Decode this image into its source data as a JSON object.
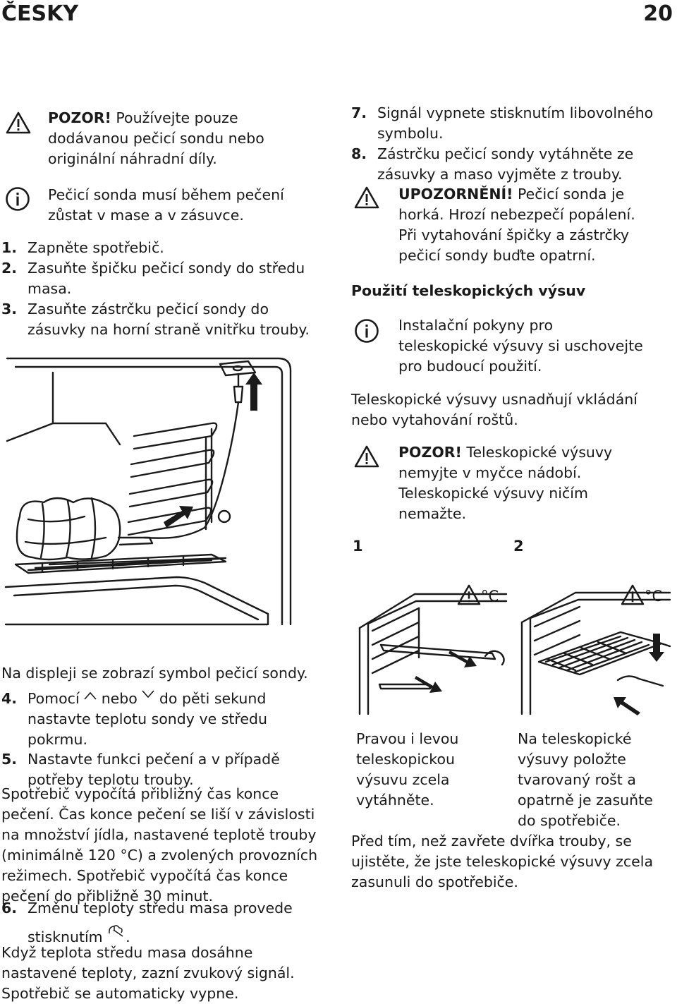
{
  "header": {
    "language": "ČESKY",
    "page_number": "20"
  },
  "left": {
    "warning": {
      "label": "POZOR!",
      "text_1": " Používejte pouze",
      "line_2": "dodávanou pečicí sondu nebo",
      "line_3": "originální náhradní díly."
    },
    "info": {
      "line_1": "Pečicí sonda musí během pečení",
      "line_2": "zůstat v mase a v zásuvce."
    },
    "steps_a": [
      {
        "num": "1.",
        "lines": [
          "Zapněte spotřebič."
        ]
      },
      {
        "num": "2.",
        "lines": [
          "Zasuňte špičku pečicí sondy do středu",
          "masa."
        ]
      },
      {
        "num": "3.",
        "lines": [
          "Zasuňte zástrčku pečicí sondy do",
          "zásuvky na horní straně vnitřku trouby."
        ]
      }
    ],
    "display_note": "Na displeji se zobrazí symbol pečicí sondy.",
    "step4": {
      "num": "4.",
      "part1": "Pomocí ",
      "part2": " nebo ",
      "part3": " do pěti sekund",
      "line2": "nastavte teplotu sondy ve středu",
      "line3": "pokrmu."
    },
    "step5": {
      "num": "5.",
      "line1": "Nastavte funkci pečení a v případě",
      "line2": "potřeby teplotu trouby."
    },
    "calc_lines": [
      "Spotřebič vypočítá přibližný čas konce",
      "pečení. Čas konce pečení se liší v závislosti",
      "na množství jídla, nastavené teplotě trouby",
      "(minimálně 120 °C) a zvolených provozních",
      "režimech. Spotřebič vypočítá čas konce",
      "pečení do přibližně 30 minut."
    ],
    "step6": {
      "num": "6.",
      "line1": "Změnu teploty středu masa provede",
      "line2": "stisknutím ",
      "line2_end": "."
    },
    "final_lines": [
      "Když teplota středu masa dosáhne",
      "nastavené teploty, zazní zvukový signál.",
      "Spotřebič se automaticky vypne."
    ]
  },
  "right": {
    "steps_b": [
      {
        "num": "7.",
        "lines": [
          "Signál vypnete stisknutím libovolného",
          "symbolu."
        ]
      },
      {
        "num": "8.",
        "lines": [
          "Zástrčku pečicí sondy vytáhněte ze",
          "zásuvky a maso vyjměte z trouby."
        ]
      }
    ],
    "caution": {
      "label": "UPOZORNĚNÍ!",
      "text_1": " Pečicí sonda je",
      "line_2": "horká. Hrozí nebezpečí popálení.",
      "line_3": "Při vytahování špičky a zástrčky",
      "line_4": "pečicí sondy buďte opatrní."
    },
    "section_heading": "Použití teleskopických výsuv",
    "info2": {
      "line_1": "Instalační pokyny pro",
      "line_2": "teleskopické výsuvy si uschovejte",
      "line_3": "pro budoucí použití."
    },
    "para": {
      "line_1": "Teleskopické výsuvy usnadňují vkládání",
      "line_2": "nebo vytahování roštů."
    },
    "warning2": {
      "label": "POZOR!",
      "text_1": " Teleskopické výsuvy",
      "line_2": "nemyjte v myčce nádobí.",
      "line_3": "Teleskopické výsuvy ničím",
      "line_4": "nemažte."
    },
    "figures": [
      {
        "label": "1",
        "temp": "°C",
        "caption": [
          "Pravou i levou",
          "teleskopickou",
          "výsuvu zcela",
          "vytáhněte."
        ]
      },
      {
        "label": "2",
        "temp": "°C",
        "caption": [
          "Na teleskopické",
          "výsuvy položte",
          "tvarovaný rošt a",
          "opatrně je zasuňte",
          "do spotřebiče."
        ]
      }
    ],
    "closing": [
      "Před tím, než zavřete dvířka trouby, se",
      "ujistěte, že jste teleskopické výsuvy zcela",
      "zasunuli do spotřebiče."
    ]
  }
}
